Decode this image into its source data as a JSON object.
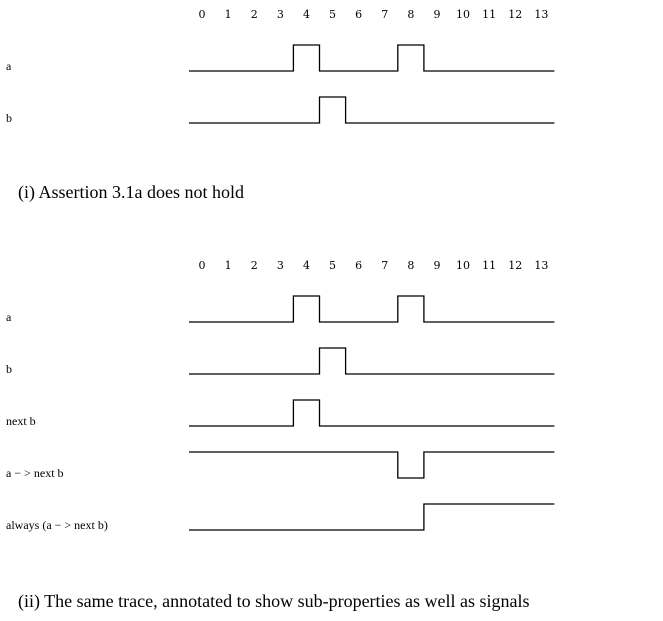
{
  "diagrams": [
    {
      "ticks": [
        "0",
        "1",
        "2",
        "3",
        "4",
        "5",
        "6",
        "7",
        "8",
        "9",
        "10",
        "11",
        "12",
        "13"
      ],
      "signals": [
        {
          "label": "a",
          "values": [
            0,
            0,
            0,
            0,
            1,
            0,
            0,
            0,
            1,
            0,
            0,
            0,
            0,
            0
          ]
        },
        {
          "label": "b",
          "values": [
            0,
            0,
            0,
            0,
            0,
            1,
            0,
            0,
            0,
            0,
            0,
            0,
            0,
            0
          ]
        }
      ],
      "caption": "(i) Assertion 3.1a does not hold"
    },
    {
      "ticks": [
        "0",
        "1",
        "2",
        "3",
        "4",
        "5",
        "6",
        "7",
        "8",
        "9",
        "10",
        "11",
        "12",
        "13"
      ],
      "signals": [
        {
          "label": "a",
          "values": [
            0,
            0,
            0,
            0,
            1,
            0,
            0,
            0,
            1,
            0,
            0,
            0,
            0,
            0
          ]
        },
        {
          "label": "b",
          "values": [
            0,
            0,
            0,
            0,
            0,
            1,
            0,
            0,
            0,
            0,
            0,
            0,
            0,
            0
          ]
        },
        {
          "label": "next b",
          "values": [
            0,
            0,
            0,
            0,
            1,
            0,
            0,
            0,
            0,
            0,
            0,
            0,
            0,
            0
          ]
        },
        {
          "label": "a − > next b",
          "values": [
            1,
            1,
            1,
            1,
            1,
            1,
            1,
            1,
            0,
            1,
            1,
            1,
            1,
            1
          ]
        },
        {
          "label": "always (a − > next b)",
          "values": [
            0,
            0,
            0,
            0,
            0,
            0,
            0,
            0,
            0,
            1,
            1,
            1,
            1,
            1
          ]
        }
      ],
      "caption": "(ii) The same trace, annotated to show sub-properties as well as signals"
    }
  ]
}
